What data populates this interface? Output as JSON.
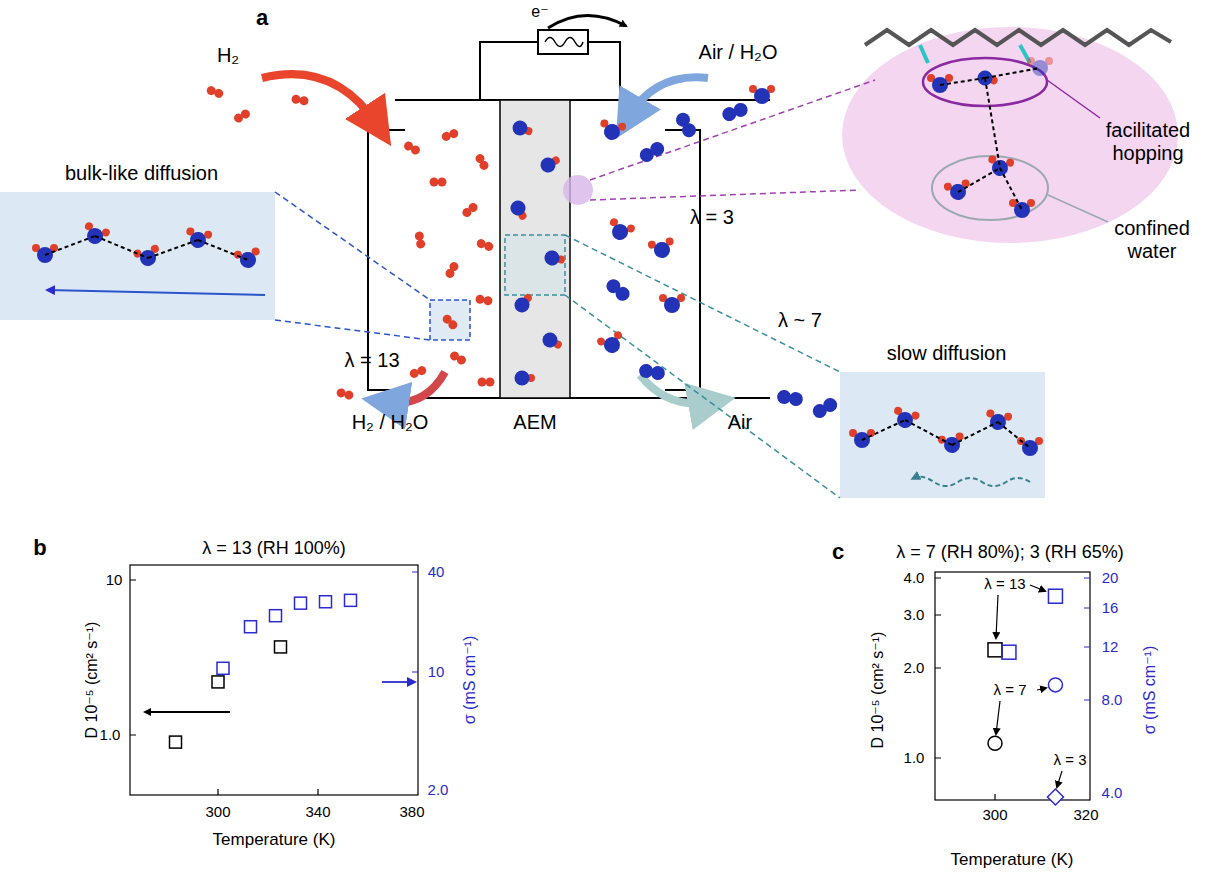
{
  "diagram": {
    "nodes": [
      {
        "text": [
          "bulk-like diffusion"
        ]
      },
      {
        "text": [
          "slow diffusion"
        ]
      }
    ],
    "labels": [
      "a",
      "H₂",
      "e⁻",
      "Air / H₂O",
      "λ = 3",
      "λ = 13",
      "λ ~ 7",
      "H₂ / H₂O",
      "AEM",
      "Air",
      "facilitated hopping",
      "confined water",
      "b",
      "λ = 13 (RH 100%)",
      "10",
      "1.0",
      "40",
      "10",
      "2.0",
      "300",
      "340",
      "380",
      "D 10⁻⁵ (cm² s⁻¹)",
      "σ (mS cm⁻¹)",
      "Temperature (K)",
      "c",
      "λ = 7 (RH 80%); 3 (RH 65%)",
      "4.0",
      "3.0",
      "2.0",
      "1.0",
      "20",
      "16",
      "12",
      "8.0",
      "4.0",
      "300",
      "320",
      "λ = 13",
      "λ = 7",
      "λ = 3",
      "D 10⁻⁵ (cm² s⁻¹)",
      "σ (mS cm⁻¹)",
      "Temperature (K)"
    ]
  }
}
